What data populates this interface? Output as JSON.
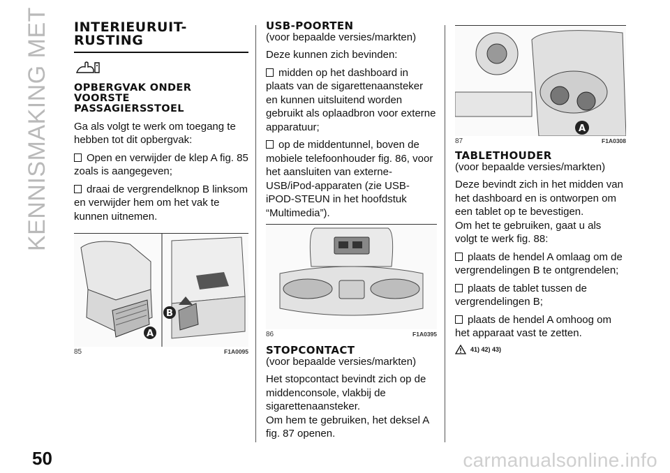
{
  "side_title": "KENNISMAKING MET DE AUTO",
  "page_number": "50",
  "watermark": "carmanualsonline.info",
  "col1": {
    "title_line1": "INTERIEURUIT-",
    "title_line2": "RUSTING",
    "section_title_line1": "OPBERGVAK ONDER",
    "section_title_line2": "VOORSTE",
    "section_title_line3": "PASSAGIERSSTOEL",
    "intro": "Ga als volgt te werk om toegang te hebben tot dit opbergvak:",
    "bullets": [
      "Open en verwijder de klep A fig. 85 zoals is aangegeven;",
      "draai de vergrendelknop B linksom en verwijder hem om het vak te kunnen uitnemen."
    ],
    "figure": {
      "number": "85",
      "code": "F1A0095",
      "label_a": "A",
      "label_b": "B"
    }
  },
  "col2": {
    "usb_title": "USB-POORTEN",
    "usb_sub": "(voor bepaalde versies/markten)",
    "usb_intro": "Deze kunnen zich bevinden:",
    "usb_bullets": [
      "midden op het dashboard in plaats van de sigarettenaansteker en kunnen uitsluitend worden gebruikt als oplaadbron voor externe apparatuur;",
      "op de middentunnel, boven de mobiele telefoonhouder fig. 86, voor het aansluiten van externe-USB/iPod-apparaten (zie USB-iPOD-STEUN in het hoofdstuk “Multimedia”)."
    ],
    "figure": {
      "number": "86",
      "code": "F1A0395"
    },
    "socket_title": "STOPCONTACT",
    "socket_sub": "(voor bepaalde versies/markten)",
    "socket_text1": "Het stopcontact bevindt zich op de middenconsole, vlakbij de sigarettenaansteker.",
    "socket_text2": "Om hem te gebruiken, het deksel A fig. 87 openen."
  },
  "col3": {
    "figure": {
      "number": "87",
      "code": "F1A0308",
      "label_a": "A"
    },
    "tablet_title": "TABLETHOUDER",
    "tablet_sub": "(voor bepaalde versies/markten)",
    "tablet_text1": "Deze bevindt zich in het midden van het dashboard en is ontworpen om een tablet op te bevestigen.",
    "tablet_text2": "Om het te gebruiken, gaat u als volgt te werk fig. 88:",
    "tablet_bullets": [
      "plaats de hendel A omlaag om de vergrendelingen B te ontgrendelen;",
      "plaats de tablet tussen de vergrendelingen B;",
      "plaats de hendel A omhoog om het apparaat vast te zetten."
    ],
    "warning_refs": "41) 42) 43)"
  }
}
